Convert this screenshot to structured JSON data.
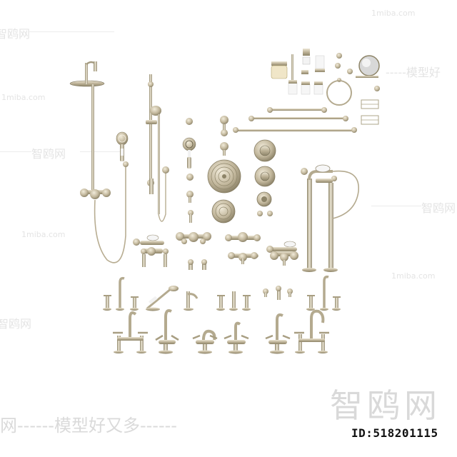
{
  "watermark": {
    "site": "1miba.com",
    "brand_cn": "智鸥网",
    "slogan": "网------模型好又多------",
    "side_text": "-----模型好"
  },
  "id_label": "ID:518201115",
  "colors": {
    "metal": "#c2b79c",
    "metal_dark": "#8d8468",
    "metal_light": "#ece6d4",
    "background": "#ffffff"
  }
}
